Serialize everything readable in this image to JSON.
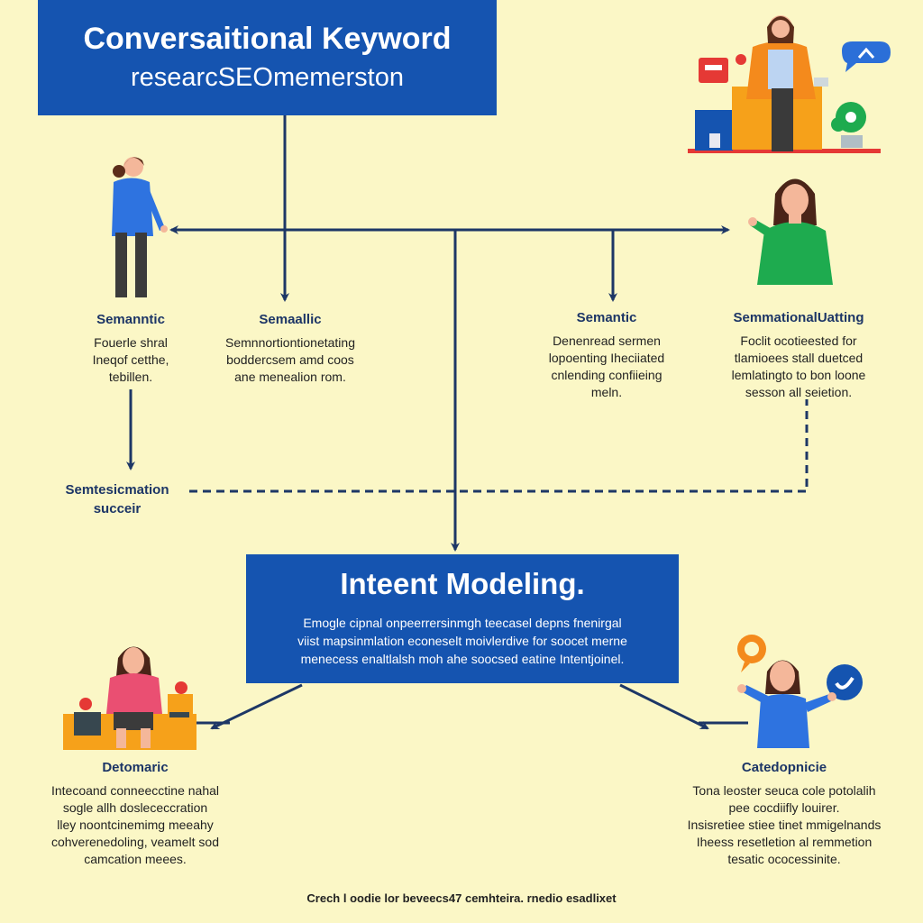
{
  "header": {
    "title_line1": "Conversaitional Keyword",
    "title_line2": "researcSEOmemerston"
  },
  "nodes": {
    "semantic_1": {
      "heading": "Semanntic",
      "lines": [
        "Fouerle shral",
        "Ineqof cetthe,",
        "tebillen."
      ]
    },
    "semantic_2": {
      "heading": "Semaallic",
      "lines": [
        "Semnnortiontionetating",
        "boddercsem amd coos",
        "ane menealion rom."
      ]
    },
    "semantic_3": {
      "heading": "Semantic",
      "lines": [
        "Denenread sermen",
        "lopoenting Iheciiated",
        "cnlending confiieing",
        "meln."
      ]
    },
    "semantic_4": {
      "heading": "SemmationalUatting",
      "lines": [
        "Foclit ocotieested for",
        "tlamioees stall duetced",
        "lemlatingto to bon loone",
        "sesson all seietion."
      ]
    },
    "semantic_success": {
      "heading": "Semtesicmation",
      "sub": "succeir"
    },
    "intent": {
      "title": "Inteent Modeling.",
      "lines": [
        "Emogle cipnal onpeerrersinmgh teecasel depns fnenirgal",
        "viist mapsinmlation econeselt moivlerdive for soocet merne",
        "menecess enaltlalsh moh ahe soocsed eatine Intentjoinel."
      ]
    },
    "detomaric": {
      "heading": "Detomaric",
      "lines": [
        "Intecoand conneecctine nahal",
        "sogle allh doslececcration",
        "lley noontcinemimg meeahy",
        "cohverenedoling, veamelt sod",
        "camcation meees."
      ]
    },
    "catedopnicie": {
      "heading": "Catedopnicie",
      "lines": [
        "Tona leoster seuca cole potolalih",
        "pee cocdiifly louirer.",
        "Insisretiee stiee tinet mmigelnands",
        "Iheess resetletion al remmetion",
        "tesatic ococessinite."
      ]
    }
  },
  "footer": {
    "text": "Crech l oodie lor beveecs47 cemhteira. rnedio esadlixet"
  },
  "colors": {
    "background": "#fbf7c6",
    "box_blue": "#1554b0",
    "line_navy": "#1d3766"
  },
  "icons": [
    "presenter-woman-icon",
    "woman-blue-shirt-icon",
    "woman-green-shirt-icon",
    "woman-pink-shirt-icon",
    "woman-blue-shirt-speech-icon",
    "chat-bubble-icon",
    "plant-icon"
  ]
}
